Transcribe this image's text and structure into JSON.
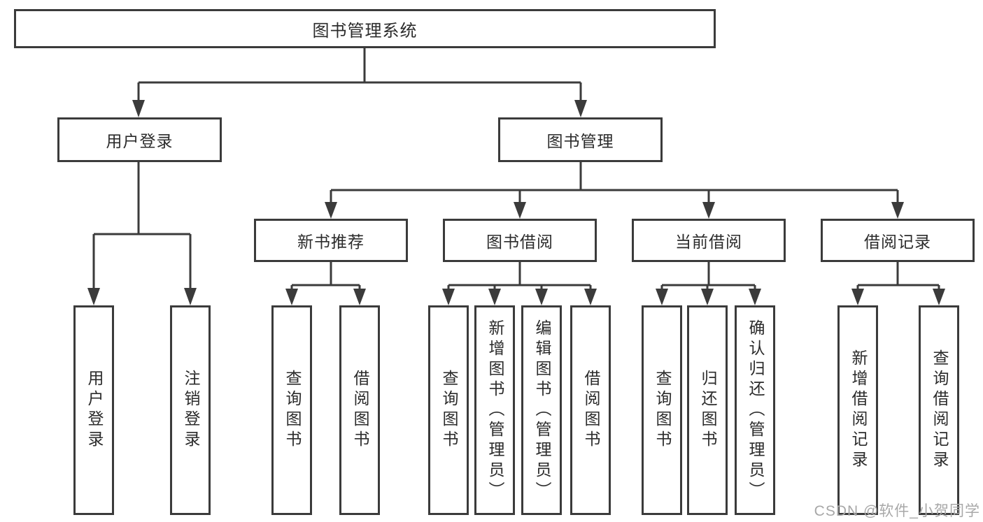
{
  "diagram": {
    "root": {
      "label": "图书管理系统"
    },
    "level2": [
      {
        "label": "用户登录"
      },
      {
        "label": "图书管理"
      }
    ],
    "level3": [
      {
        "label": "新书推荐",
        "parent": "图书管理"
      },
      {
        "label": "图书借阅",
        "parent": "图书管理"
      },
      {
        "label": "当前借阅",
        "parent": "图书管理"
      },
      {
        "label": "借阅记录",
        "parent": "图书管理"
      }
    ],
    "leaves": [
      {
        "label": "用户登录",
        "parent": "用户登录"
      },
      {
        "label": "注销登录",
        "parent": "用户登录"
      },
      {
        "label": "查询图书",
        "parent": "新书推荐"
      },
      {
        "label": "借阅图书",
        "parent": "新书推荐"
      },
      {
        "label": "查询图书",
        "parent": "图书借阅"
      },
      {
        "label": "新增图书（管理员）",
        "parent": "图书借阅"
      },
      {
        "label": "编辑图书（管理员）",
        "parent": "图书借阅"
      },
      {
        "label": "借阅图书",
        "parent": "图书借阅"
      },
      {
        "label": "查询图书",
        "parent": "当前借阅"
      },
      {
        "label": "归还图书",
        "parent": "当前借阅"
      },
      {
        "label": "确认归还（管理员）",
        "parent": "当前借阅"
      },
      {
        "label": "新增借阅记录",
        "parent": "借阅记录"
      },
      {
        "label": "查询借阅记录",
        "parent": "借阅记录"
      }
    ]
  },
  "watermark": {
    "text": "CSDN @软件_小贺同学"
  },
  "colors": {
    "line": "#3b3b3b",
    "text": "#2b2b2b",
    "background": "#ffffff",
    "watermark": "#a8a8a8"
  }
}
